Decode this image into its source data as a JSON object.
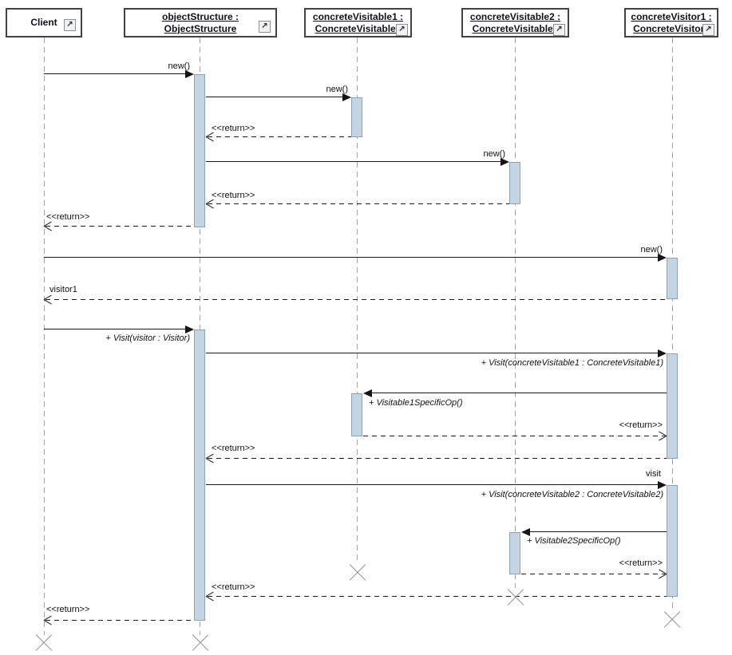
{
  "diagram": {
    "kind": "uml-sequence-diagram",
    "pattern": "Visitor",
    "colors": {
      "activation_fill": "#c5d4e2",
      "activation_border": "#8ba3b8",
      "lifeline": "#a3a3a3",
      "message": "#1a1a1a",
      "destroy_x": "#8f8f8f",
      "box_border": "#424242"
    },
    "icons": {
      "expand_glyph": "↗"
    }
  },
  "participants": {
    "client": {
      "line1": "Client",
      "line2": ""
    },
    "objectStructure": {
      "line1": "objectStructure :",
      "line2": "ObjectStructure"
    },
    "visitable1": {
      "line1": "concreteVisitable1 :",
      "line2": "ConcreteVisitable1"
    },
    "visitable2": {
      "line1": "concreteVisitable2 :",
      "line2": "ConcreteVisitable2"
    },
    "visitor1": {
      "line1": "concreteVisitor1 :",
      "line2": "ConcreteVisitor1"
    }
  },
  "messages": {
    "new_object_structure": {
      "label": "new()"
    },
    "new_visitable1": {
      "label": "new()"
    },
    "return_new_visitable1": {
      "label": "<<return>>"
    },
    "new_visitable2": {
      "label": "new()"
    },
    "return_new_visitable2": {
      "label": "<<return>>"
    },
    "return_new_object_structure": {
      "label": "<<return>>"
    },
    "new_visitor1": {
      "label": "new()"
    },
    "return_new_visitor1": {
      "label": "visitor1"
    },
    "visit_call": {
      "label": "+ Visit(visitor : Visitor)"
    },
    "visit_dispatch_1": {
      "label": "+ Visit(concreteVisitable1 : ConcreteVisitable1)"
    },
    "visitable1_specific_op": {
      "label": "+ Visitable1SpecificOp()"
    },
    "return_specific_op_1": {
      "label": "<<return>>"
    },
    "return_visit_1": {
      "label": "<<return>>"
    },
    "visit_dispatch_2": {
      "name_label": "visit",
      "label": "+ Visit(concreteVisitable2 : ConcreteVisitable2)"
    },
    "visitable2_specific_op": {
      "label": "+ Visitable2SpecificOp()"
    },
    "return_specific_op_2": {
      "label": "<<return>>"
    },
    "return_visit_2": {
      "label": "<<return>>"
    },
    "return_visit_final": {
      "label": "<<return>>"
    }
  }
}
